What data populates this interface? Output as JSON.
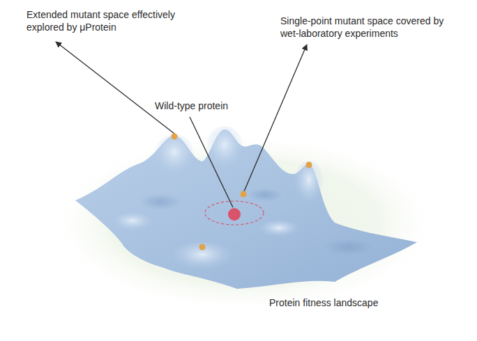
{
  "diagram": {
    "labels": [
      "Extended mutant space effectively explored by μProtein",
      "Wild-type protein",
      "Single-point mutant space covered by wet-laboratory experiments",
      "Protein fitness landscape"
    ]
  }
}
